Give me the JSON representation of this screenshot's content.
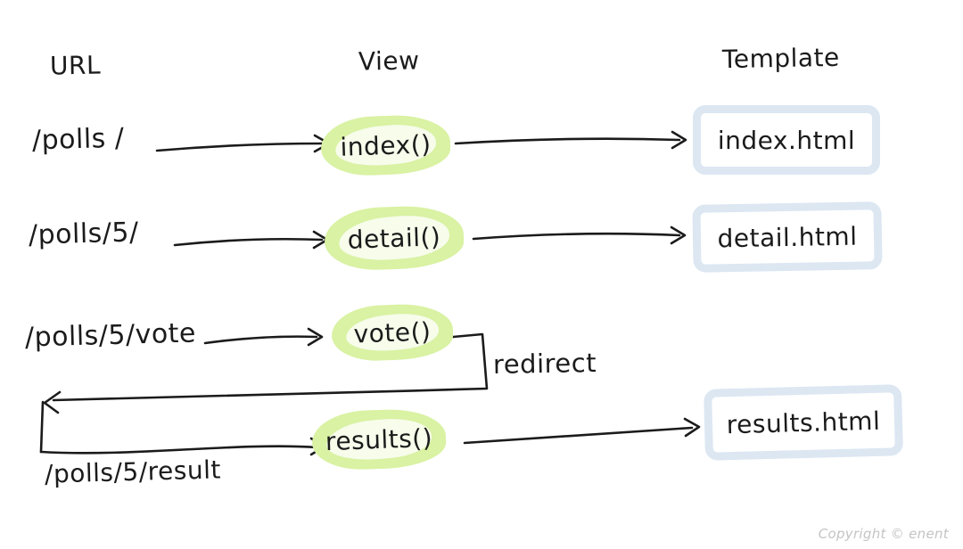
{
  "headers": {
    "url": "URL",
    "view": "View",
    "template": "Template"
  },
  "rows": {
    "index": {
      "url": "/polls /",
      "view": "index()",
      "template": "index.html"
    },
    "detail": {
      "url": "/polls/5/",
      "view": "detail()",
      "template": "detail.html"
    },
    "vote": {
      "url": "/polls/5/vote",
      "view": "vote()"
    },
    "results": {
      "url": "/polls/5/result",
      "view": "results()",
      "template": "results.html"
    }
  },
  "labels": {
    "redirect": "redirect"
  },
  "footer": {
    "copyright": "Copyright © enent"
  },
  "colors": {
    "highlight_green": "#d9f2a3",
    "box_blue": "#dce7f2",
    "ink": "#1b1b1b",
    "copyright_gray": "#c4c4c4"
  }
}
